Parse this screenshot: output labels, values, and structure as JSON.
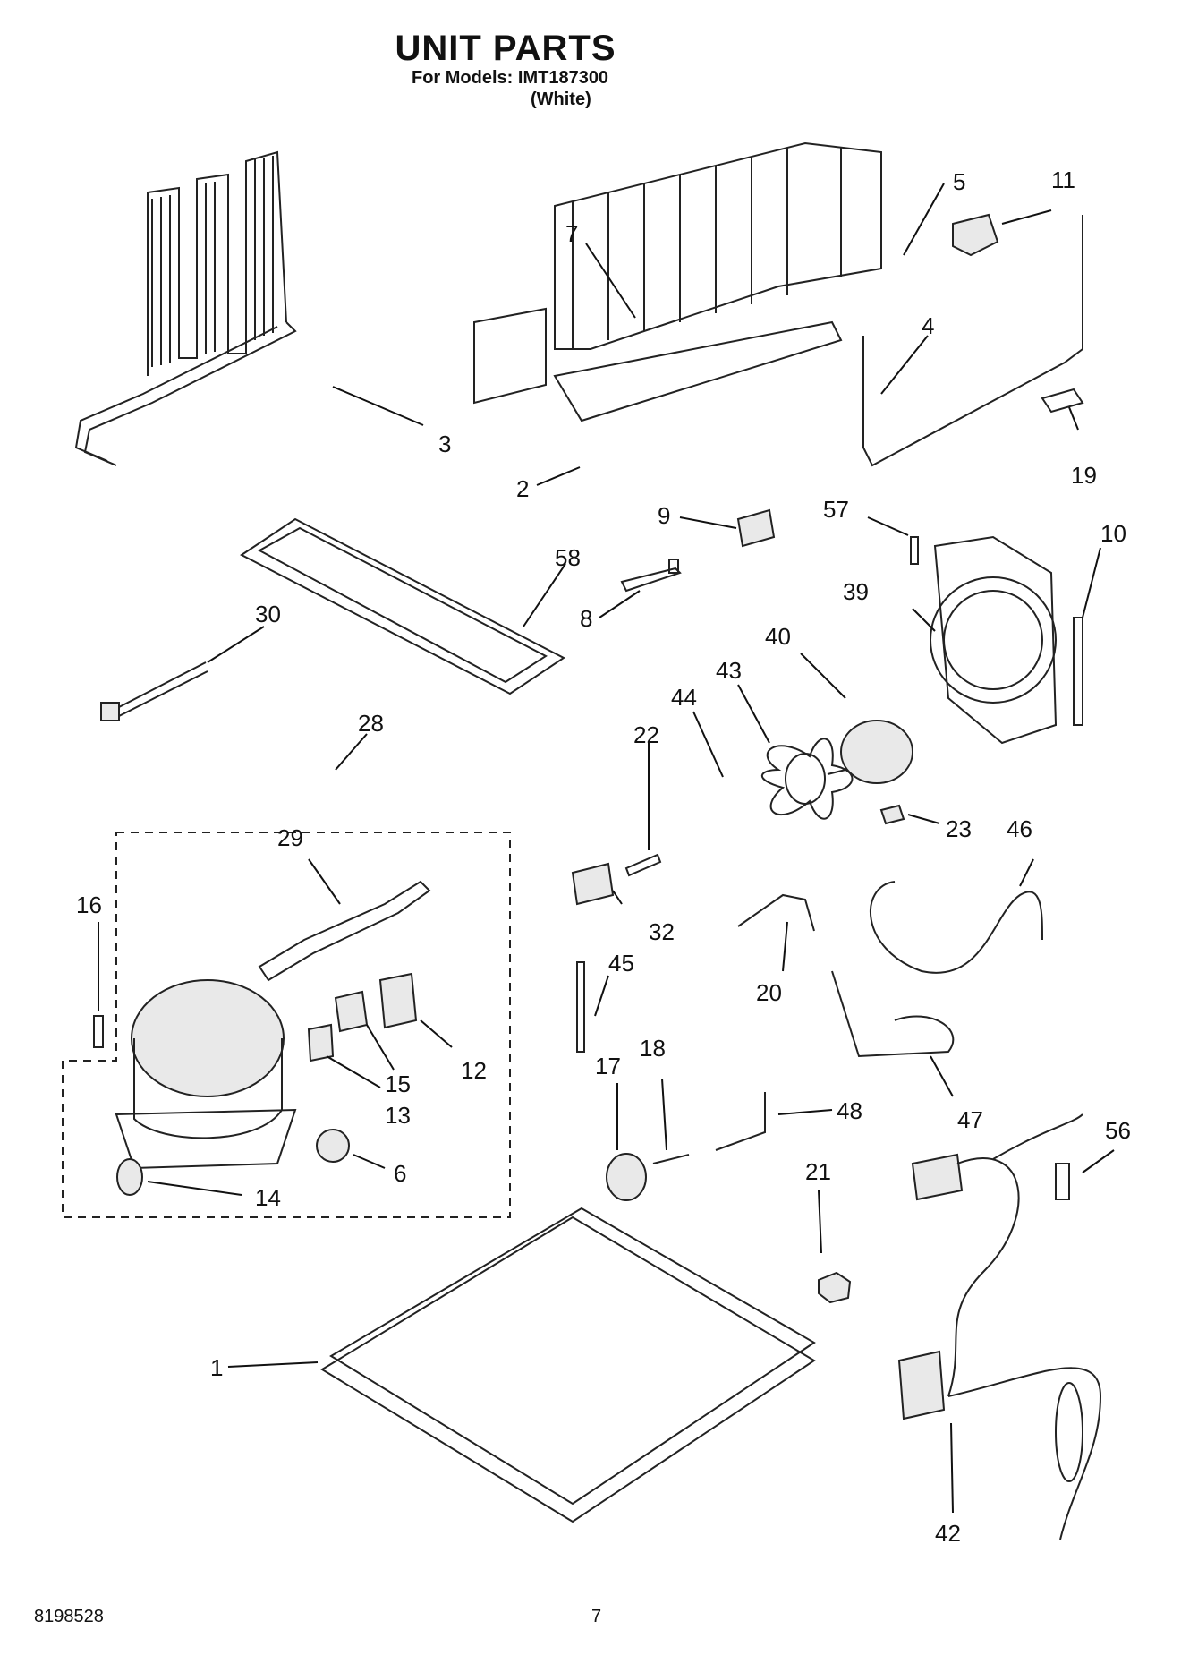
{
  "header": {
    "title": "UNIT PARTS",
    "models_line": "For Models: IMT187300",
    "color_line": "(White)"
  },
  "callouts": [
    "1",
    "2",
    "3",
    "4",
    "5",
    "6",
    "7",
    "8",
    "9",
    "10",
    "11",
    "12",
    "13",
    "14",
    "15",
    "16",
    "17",
    "18",
    "19",
    "20",
    "21",
    "22",
    "23",
    "28",
    "29",
    "30",
    "32",
    "39",
    "40",
    "42",
    "43",
    "44",
    "45",
    "46",
    "47",
    "48",
    "56",
    "57",
    "58"
  ],
  "footer": {
    "doc_number": "8198528",
    "page_number": "7"
  }
}
